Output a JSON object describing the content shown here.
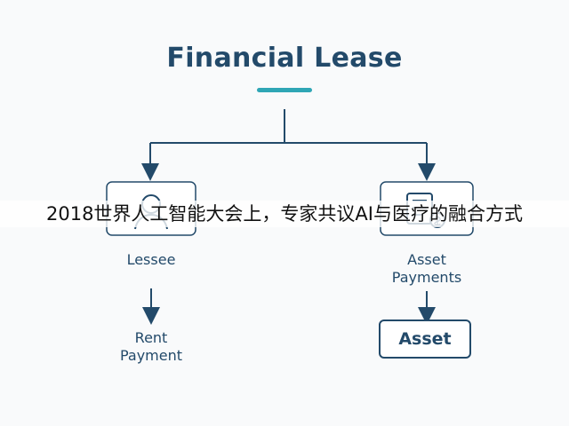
{
  "diagram": {
    "title": "Financial Lease",
    "nodes": {
      "lessee": "Lessee",
      "rent_payment": "Rent\nPayment",
      "asset_payments": "Asset\nPayments",
      "asset": "Asset"
    },
    "colors": {
      "primary": "#234a6a",
      "accent": "#2fa6b5",
      "background": "#f9fafb"
    },
    "icons": {
      "lessee_icon": "person-icon",
      "asset_payments_icon": "document-payment-icon"
    }
  },
  "overlay": {
    "caption": "2018世界人工智能大会上，专家共议AI与医疗的融合方式"
  }
}
